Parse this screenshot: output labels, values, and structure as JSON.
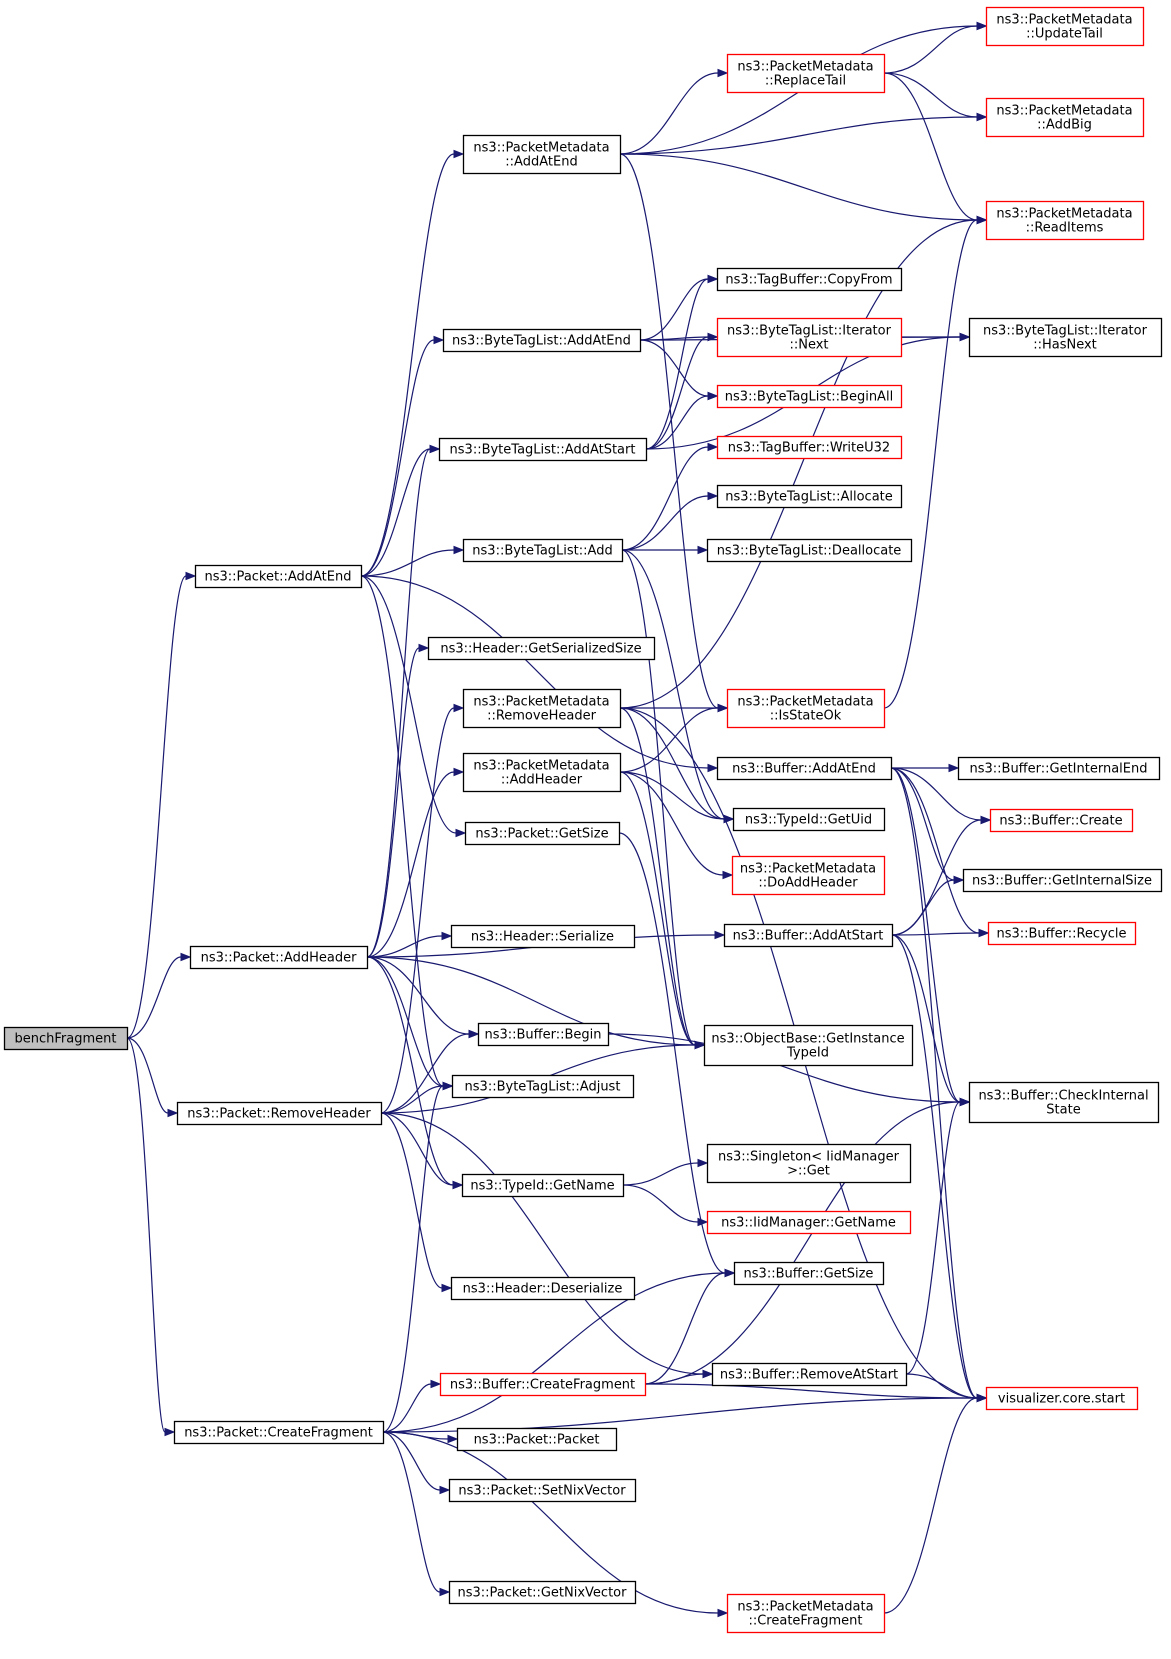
{
  "graph": {
    "colors": {
      "edge": "#191970",
      "border_default": "#000000",
      "border_truncated": "#ff0000",
      "root_fill": "#bfbfbf",
      "node_fill": "#ffffff"
    },
    "nodes": [
      {
        "id": "benchFragment",
        "lines": [
          "benchFragment"
        ],
        "kind": "root"
      },
      {
        "id": "pkt_addAtEnd",
        "lines": [
          "ns3::Packet::AddAtEnd"
        ],
        "kind": "normal"
      },
      {
        "id": "pkt_addHeader",
        "lines": [
          "ns3::Packet::AddHeader"
        ],
        "kind": "normal"
      },
      {
        "id": "pkt_removeHeader",
        "lines": [
          "ns3::Packet::RemoveHeader"
        ],
        "kind": "normal"
      },
      {
        "id": "pkt_createFragment",
        "lines": [
          "ns3::Packet::CreateFragment"
        ],
        "kind": "normal"
      },
      {
        "id": "pm_addAtEnd",
        "lines": [
          "ns3::PacketMetadata",
          "::AddAtEnd"
        ],
        "kind": "normal"
      },
      {
        "id": "btl_addAtEnd",
        "lines": [
          "ns3::ByteTagList::AddAtEnd"
        ],
        "kind": "normal"
      },
      {
        "id": "btl_addAtStart",
        "lines": [
          "ns3::ByteTagList::AddAtStart"
        ],
        "kind": "normal"
      },
      {
        "id": "btl_add",
        "lines": [
          "ns3::ByteTagList::Add"
        ],
        "kind": "normal"
      },
      {
        "id": "hdr_getSerializedSize",
        "lines": [
          "ns3::Header::GetSerializedSize"
        ],
        "kind": "normal"
      },
      {
        "id": "pm_removeHeader",
        "lines": [
          "ns3::PacketMetadata",
          "::RemoveHeader"
        ],
        "kind": "normal"
      },
      {
        "id": "pm_addHeader",
        "lines": [
          "ns3::PacketMetadata",
          "::AddHeader"
        ],
        "kind": "normal"
      },
      {
        "id": "pkt_getSize",
        "lines": [
          "ns3::Packet::GetSize"
        ],
        "kind": "normal"
      },
      {
        "id": "hdr_serialize",
        "lines": [
          "ns3::Header::Serialize"
        ],
        "kind": "normal"
      },
      {
        "id": "buf_begin",
        "lines": [
          "ns3::Buffer::Begin"
        ],
        "kind": "normal"
      },
      {
        "id": "btl_adjust",
        "lines": [
          "ns3::ByteTagList::Adjust"
        ],
        "kind": "normal"
      },
      {
        "id": "tid_getName",
        "lines": [
          "ns3::TypeId::GetName"
        ],
        "kind": "normal"
      },
      {
        "id": "hdr_deserialize",
        "lines": [
          "ns3::Header::Deserialize"
        ],
        "kind": "normal"
      },
      {
        "id": "buf_createFragment",
        "lines": [
          "ns3::Buffer::CreateFragment"
        ],
        "kind": "truncated"
      },
      {
        "id": "pkt_packet",
        "lines": [
          "ns3::Packet::Packet"
        ],
        "kind": "normal"
      },
      {
        "id": "pkt_setNixVector",
        "lines": [
          "ns3::Packet::SetNixVector"
        ],
        "kind": "normal"
      },
      {
        "id": "pkt_getNixVector",
        "lines": [
          "ns3::Packet::GetNixVector"
        ],
        "kind": "normal"
      },
      {
        "id": "pm_replaceTail",
        "lines": [
          "ns3::PacketMetadata",
          "::ReplaceTail"
        ],
        "kind": "truncated"
      },
      {
        "id": "tb_copyFrom",
        "lines": [
          "ns3::TagBuffer::CopyFrom"
        ],
        "kind": "normal"
      },
      {
        "id": "btl_iterNext",
        "lines": [
          "ns3::ByteTagList::Iterator",
          "::Next"
        ],
        "kind": "truncated"
      },
      {
        "id": "btl_beginAll",
        "lines": [
          "ns3::ByteTagList::BeginAll"
        ],
        "kind": "truncated"
      },
      {
        "id": "tb_writeU32",
        "lines": [
          "ns3::TagBuffer::WriteU32"
        ],
        "kind": "truncated"
      },
      {
        "id": "btl_allocate",
        "lines": [
          "ns3::ByteTagList::Allocate"
        ],
        "kind": "normal"
      },
      {
        "id": "btl_deallocate",
        "lines": [
          "ns3::ByteTagList::Deallocate"
        ],
        "kind": "normal"
      },
      {
        "id": "pm_isStateOk",
        "lines": [
          "ns3::PacketMetadata",
          "::IsStateOk"
        ],
        "kind": "truncated"
      },
      {
        "id": "buf_addAtEnd",
        "lines": [
          "ns3::Buffer::AddAtEnd"
        ],
        "kind": "normal"
      },
      {
        "id": "tid_getUid",
        "lines": [
          "ns3::TypeId::GetUid"
        ],
        "kind": "normal"
      },
      {
        "id": "pm_doAddHeader",
        "lines": [
          "ns3::PacketMetadata",
          "::DoAddHeader"
        ],
        "kind": "truncated"
      },
      {
        "id": "buf_addAtStart",
        "lines": [
          "ns3::Buffer::AddAtStart"
        ],
        "kind": "normal"
      },
      {
        "id": "ob_getInstanceTypeId",
        "lines": [
          "ns3::ObjectBase::GetInstance",
          "TypeId"
        ],
        "kind": "normal"
      },
      {
        "id": "singleton_get",
        "lines": [
          "ns3::Singleton< IidManager",
          ">::Get"
        ],
        "kind": "normal"
      },
      {
        "id": "iid_getName",
        "lines": [
          "ns3::IidManager::GetName"
        ],
        "kind": "truncated"
      },
      {
        "id": "buf_getSize",
        "lines": [
          "ns3::Buffer::GetSize"
        ],
        "kind": "normal"
      },
      {
        "id": "buf_removeAtStart",
        "lines": [
          "ns3::Buffer::RemoveAtStart"
        ],
        "kind": "normal"
      },
      {
        "id": "pm_createFragment",
        "lines": [
          "ns3::PacketMetadata",
          "::CreateFragment"
        ],
        "kind": "truncated"
      },
      {
        "id": "pm_updateTail",
        "lines": [
          "ns3::PacketMetadata",
          "::UpdateTail"
        ],
        "kind": "truncated"
      },
      {
        "id": "pm_addBig",
        "lines": [
          "ns3::PacketMetadata",
          "::AddBig"
        ],
        "kind": "truncated"
      },
      {
        "id": "pm_readItems",
        "lines": [
          "ns3::PacketMetadata",
          "::ReadItems"
        ],
        "kind": "truncated"
      },
      {
        "id": "btl_iterHasNext",
        "lines": [
          "ns3::ByteTagList::Iterator",
          "::HasNext"
        ],
        "kind": "normal"
      },
      {
        "id": "buf_getInternalEnd",
        "lines": [
          "ns3::Buffer::GetInternalEnd"
        ],
        "kind": "normal"
      },
      {
        "id": "buf_create",
        "lines": [
          "ns3::Buffer::Create"
        ],
        "kind": "truncated"
      },
      {
        "id": "buf_getInternalSize",
        "lines": [
          "ns3::Buffer::GetInternalSize"
        ],
        "kind": "normal"
      },
      {
        "id": "buf_recycle",
        "lines": [
          "ns3::Buffer::Recycle"
        ],
        "kind": "truncated"
      },
      {
        "id": "buf_checkInternalState",
        "lines": [
          "ns3::Buffer::CheckInternal",
          "State"
        ],
        "kind": "normal"
      },
      {
        "id": "viz_start",
        "lines": [
          "visualizer.core.start"
        ],
        "kind": "truncated"
      }
    ],
    "edges": [
      [
        "benchFragment",
        "pkt_addAtEnd"
      ],
      [
        "benchFragment",
        "pkt_addHeader"
      ],
      [
        "benchFragment",
        "pkt_removeHeader"
      ],
      [
        "benchFragment",
        "pkt_createFragment"
      ],
      [
        "pkt_addAtEnd",
        "pm_addAtEnd"
      ],
      [
        "pkt_addAtEnd",
        "btl_addAtEnd"
      ],
      [
        "pkt_addAtEnd",
        "btl_addAtStart"
      ],
      [
        "pkt_addAtEnd",
        "btl_add"
      ],
      [
        "pkt_addAtEnd",
        "pkt_getSize"
      ],
      [
        "pkt_addAtEnd",
        "btl_adjust"
      ],
      [
        "pkt_addAtEnd",
        "buf_addAtEnd"
      ],
      [
        "pkt_addHeader",
        "btl_addAtStart"
      ],
      [
        "pkt_addHeader",
        "hdr_getSerializedSize"
      ],
      [
        "pkt_addHeader",
        "pm_addHeader"
      ],
      [
        "pkt_addHeader",
        "hdr_serialize"
      ],
      [
        "pkt_addHeader",
        "buf_begin"
      ],
      [
        "pkt_addHeader",
        "btl_adjust"
      ],
      [
        "pkt_addHeader",
        "tid_getName"
      ],
      [
        "pkt_addHeader",
        "buf_addAtStart"
      ],
      [
        "pkt_addHeader",
        "ob_getInstanceTypeId"
      ],
      [
        "pkt_removeHeader",
        "pm_removeHeader"
      ],
      [
        "pkt_removeHeader",
        "buf_begin"
      ],
      [
        "pkt_removeHeader",
        "btl_adjust"
      ],
      [
        "pkt_removeHeader",
        "ob_getInstanceTypeId"
      ],
      [
        "pkt_removeHeader",
        "tid_getName"
      ],
      [
        "pkt_removeHeader",
        "hdr_deserialize"
      ],
      [
        "pkt_removeHeader",
        "buf_removeAtStart"
      ],
      [
        "pkt_createFragment",
        "btl_adjust"
      ],
      [
        "pkt_createFragment",
        "buf_getSize"
      ],
      [
        "pkt_createFragment",
        "buf_createFragment"
      ],
      [
        "pkt_createFragment",
        "pkt_packet"
      ],
      [
        "pkt_createFragment",
        "pkt_setNixVector"
      ],
      [
        "pkt_createFragment",
        "pkt_getNixVector"
      ],
      [
        "pkt_createFragment",
        "pm_createFragment"
      ],
      [
        "pkt_createFragment",
        "viz_start"
      ],
      [
        "pm_addAtEnd",
        "pm_updateTail"
      ],
      [
        "pm_addAtEnd",
        "pm_replaceTail"
      ],
      [
        "pm_addAtEnd",
        "pm_addBig"
      ],
      [
        "pm_addAtEnd",
        "pm_readItems"
      ],
      [
        "pm_addAtEnd",
        "pm_isStateOk"
      ],
      [
        "pm_replaceTail",
        "pm_updateTail"
      ],
      [
        "pm_replaceTail",
        "pm_addBig"
      ],
      [
        "pm_replaceTail",
        "pm_readItems"
      ],
      [
        "btl_addAtEnd",
        "btl_iterHasNext"
      ],
      [
        "btl_addAtEnd",
        "tb_copyFrom"
      ],
      [
        "btl_addAtEnd",
        "btl_iterNext"
      ],
      [
        "btl_addAtEnd",
        "btl_beginAll"
      ],
      [
        "btl_addAtStart",
        "tb_copyFrom"
      ],
      [
        "btl_addAtStart",
        "btl_iterNext"
      ],
      [
        "btl_addAtStart",
        "btl_beginAll"
      ],
      [
        "btl_addAtStart",
        "btl_iterHasNext"
      ],
      [
        "btl_iterNext",
        "btl_iterHasNext"
      ],
      [
        "btl_add",
        "tb_writeU32"
      ],
      [
        "btl_add",
        "btl_allocate"
      ],
      [
        "btl_add",
        "btl_deallocate"
      ],
      [
        "btl_add",
        "tid_getUid"
      ],
      [
        "btl_add",
        "ob_getInstanceTypeId"
      ],
      [
        "pm_removeHeader",
        "pm_readItems"
      ],
      [
        "pm_removeHeader",
        "pm_isStateOk"
      ],
      [
        "pm_removeHeader",
        "tid_getUid"
      ],
      [
        "pm_removeHeader",
        "ob_getInstanceTypeId"
      ],
      [
        "pm_removeHeader",
        "viz_start"
      ],
      [
        "pm_addHeader",
        "pm_isStateOk"
      ],
      [
        "pm_addHeader",
        "tid_getUid"
      ],
      [
        "pm_addHeader",
        "pm_doAddHeader"
      ],
      [
        "pm_addHeader",
        "ob_getInstanceTypeId"
      ],
      [
        "pm_isStateOk",
        "pm_readItems"
      ],
      [
        "pkt_getSize",
        "buf_getSize"
      ],
      [
        "buf_addAtEnd",
        "buf_getInternalEnd"
      ],
      [
        "buf_addAtEnd",
        "buf_create"
      ],
      [
        "buf_addAtEnd",
        "buf_getInternalSize"
      ],
      [
        "buf_addAtEnd",
        "buf_recycle"
      ],
      [
        "buf_addAtEnd",
        "buf_checkInternalState"
      ],
      [
        "buf_addAtEnd",
        "viz_start"
      ],
      [
        "buf_addAtStart",
        "buf_create"
      ],
      [
        "buf_addAtStart",
        "buf_getInternalSize"
      ],
      [
        "buf_addAtStart",
        "buf_recycle"
      ],
      [
        "buf_addAtStart",
        "buf_checkInternalState"
      ],
      [
        "buf_addAtStart",
        "viz_start"
      ],
      [
        "buf_begin",
        "buf_checkInternalState"
      ],
      [
        "tid_getName",
        "singleton_get"
      ],
      [
        "tid_getName",
        "iid_getName"
      ],
      [
        "buf_createFragment",
        "buf_getSize"
      ],
      [
        "buf_createFragment",
        "buf_removeAtStart"
      ],
      [
        "buf_createFragment",
        "buf_checkInternalState"
      ],
      [
        "buf_createFragment",
        "viz_start"
      ],
      [
        "buf_removeAtStart",
        "buf_checkInternalState"
      ],
      [
        "buf_removeAtStart",
        "viz_start"
      ],
      [
        "pm_createFragment",
        "viz_start"
      ]
    ]
  }
}
